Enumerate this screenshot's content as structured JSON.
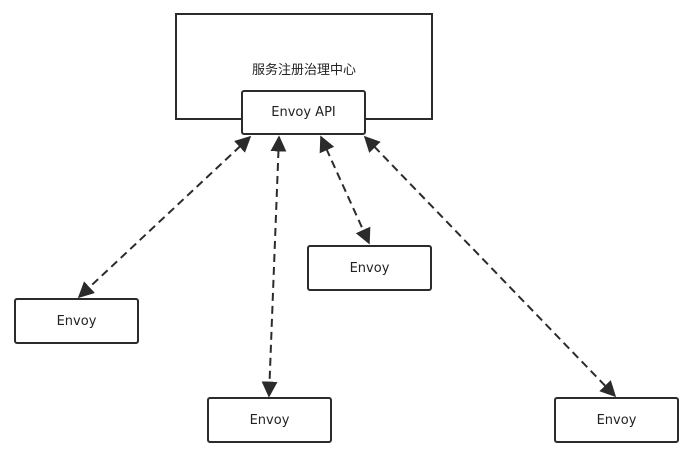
{
  "diagram": {
    "registry_label": "服务注册治理中心",
    "api_label": "Envoy API",
    "envoy_nodes": [
      {
        "label": "Envoy"
      },
      {
        "label": "Envoy"
      },
      {
        "label": "Envoy"
      },
      {
        "label": "Envoy"
      }
    ],
    "stroke_color": "#2b2b2b"
  }
}
